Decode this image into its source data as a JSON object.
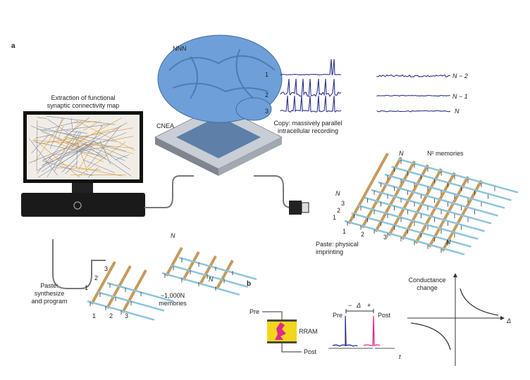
{
  "panel_a": {
    "label": "a",
    "nnn_label": "NNN",
    "cnea_label": "CNEA",
    "monitor_title_line1": "Extraction of functional",
    "monitor_title_line2": "synaptic connectivity map",
    "trace_labels_left": [
      "1",
      "2",
      "3"
    ],
    "trace_labels_right": [
      "N − 2",
      "N − 1",
      "N"
    ],
    "copy_line1": "Copy: massively parallel",
    "copy_line2": "intracellular recording",
    "right_grid": {
      "top_n": "N",
      "memories": "N² memories",
      "side_labels": [
        "N",
        "3",
        "2",
        "1"
      ],
      "bottom_labels": [
        "1",
        "2",
        "3",
        "N"
      ],
      "caption_line1": "Paste: physical",
      "caption_line2": "imprinting"
    },
    "left_grid": {
      "top_n": "N",
      "right_n": "N",
      "side_labels": [
        "3",
        "2",
        "1"
      ],
      "bottom_labels": [
        "1",
        "2",
        "3"
      ],
      "memories_line1": "~1,000N",
      "memories_line2": "memories"
    },
    "paste_line1": "Paste:",
    "paste_line2": "synthesize",
    "paste_line3": "and program"
  },
  "panel_b": {
    "label": "b",
    "rram_pre": "Pre",
    "rram_label": "RRAM",
    "rram_post": "Post",
    "spike_pre": "Pre",
    "spike_post": "Post",
    "minus": "−",
    "delta": "Δ",
    "plus": "+",
    "time_axis": "t",
    "conductance_line1": "Conductance",
    "conductance_line2": "change",
    "x_axis": "Δ"
  },
  "colors": {
    "brain": "#6f9fd8",
    "trace": "#2b2f8f",
    "grid_blue": "#8cc4dc",
    "grid_tan": "#c79a5c",
    "rram_yellow": "#f2d61c",
    "rram_pink": "#e0288a"
  }
}
